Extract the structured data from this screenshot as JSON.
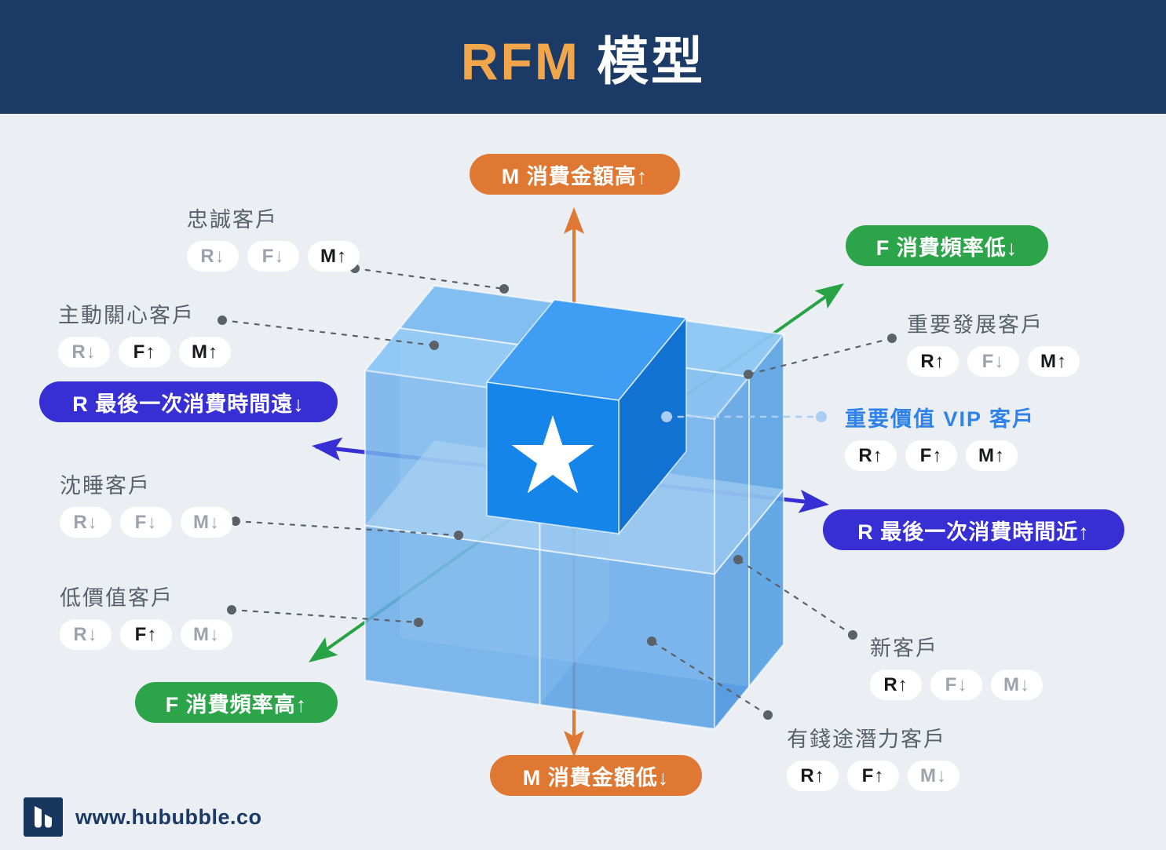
{
  "header": {
    "title_accent": "RFM",
    "title_rest": " 模型"
  },
  "axis_badges": {
    "m_high": {
      "label": "M 消費金額高↑",
      "color": "#DF7832"
    },
    "m_low": {
      "label": "M 消費金額低↓",
      "color": "#DF7832"
    },
    "f_low": {
      "label": "F 消費頻率低↓",
      "color": "#2CA44A"
    },
    "f_high": {
      "label": "F 消費頻率高↑",
      "color": "#2CA44A"
    },
    "r_far": {
      "label": "R 最後一次消費時間遠↓",
      "color": "#372FD3"
    },
    "r_near": {
      "label": "R 最後一次消費時間近↑",
      "color": "#372FD3"
    }
  },
  "segments": [
    {
      "label": "忠誠客戶",
      "pills": [
        {
          "text": "R↓",
          "emph": "down"
        },
        {
          "text": "F↓",
          "emph": "down"
        },
        {
          "text": "M↑",
          "emph": "up"
        }
      ]
    },
    {
      "label": "主動關心客戶",
      "pills": [
        {
          "text": "R↓",
          "emph": "down"
        },
        {
          "text": "F↑",
          "emph": "up"
        },
        {
          "text": "M↑",
          "emph": "up"
        }
      ]
    },
    {
      "label": "沈睡客戶",
      "pills": [
        {
          "text": "R↓",
          "emph": "down"
        },
        {
          "text": "F↓",
          "emph": "down"
        },
        {
          "text": "M↓",
          "emph": "down"
        }
      ]
    },
    {
      "label": "低價值客戶",
      "pills": [
        {
          "text": "R↓",
          "emph": "down"
        },
        {
          "text": "F↑",
          "emph": "up"
        },
        {
          "text": "M↓",
          "emph": "down"
        }
      ]
    },
    {
      "label": "重要發展客戶",
      "pills": [
        {
          "text": "R↑",
          "emph": "up"
        },
        {
          "text": "F↓",
          "emph": "down"
        },
        {
          "text": "M↑",
          "emph": "up"
        }
      ]
    },
    {
      "label": "重要價值 VIP 客戶",
      "pills": [
        {
          "text": "R↑",
          "emph": "up"
        },
        {
          "text": "F↑",
          "emph": "up"
        },
        {
          "text": "M↑",
          "emph": "up"
        }
      ]
    },
    {
      "label": "新客戶",
      "pills": [
        {
          "text": "R↑",
          "emph": "up"
        },
        {
          "text": "F↓",
          "emph": "down"
        },
        {
          "text": "M↓",
          "emph": "down"
        }
      ]
    },
    {
      "label": "有錢途潛力客戶",
      "pills": [
        {
          "text": "R↑",
          "emph": "up"
        },
        {
          "text": "F↑",
          "emph": "up"
        },
        {
          "text": "M↓",
          "emph": "down"
        }
      ]
    }
  ],
  "footer": {
    "url": "www.hububble.co"
  },
  "colors": {
    "header_bg": "#1B3A66",
    "page_bg": "#EBEFF4",
    "orange": "#DF7832",
    "green": "#2CA44A",
    "indigo": "#372FD3",
    "vip_blue": "#2E82EA",
    "cube_light": "#8CC6F3",
    "cube_mid": "#5EA5E7",
    "cube_highlight": "#1585E9"
  }
}
